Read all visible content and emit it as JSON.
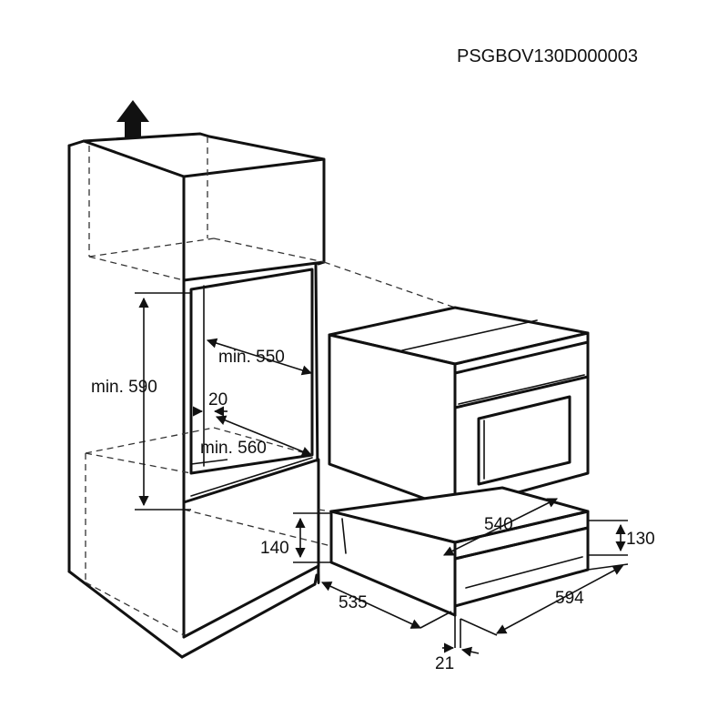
{
  "document_code": "PSGBOV130D000003",
  "dimensions": {
    "cabinet_height_min": "min. 590",
    "cabinet_width_min": "min. 550",
    "cabinet_gap": "20",
    "cabinet_depth_min": "min. 560",
    "drawer_front_height": "140",
    "drawer_body_height": "130",
    "drawer_depth_body": "540",
    "drawer_depth_cut": "535",
    "drawer_width": "594",
    "front_thickness": "21"
  },
  "icons": {
    "ventilation": "up-arrow-icon"
  },
  "colors": {
    "line": "#111111",
    "background": "#ffffff"
  }
}
